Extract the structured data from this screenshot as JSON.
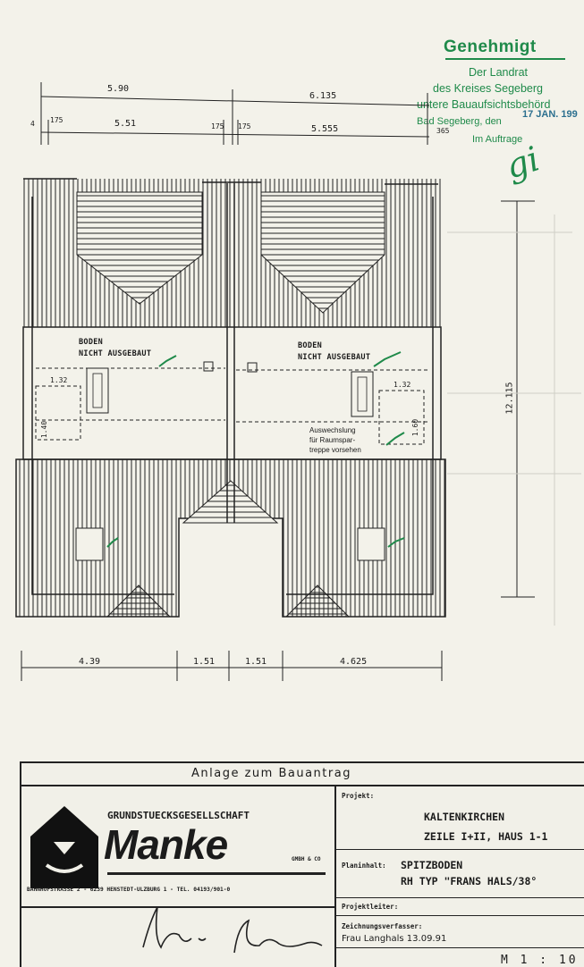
{
  "stamp": {
    "title": "Genehmigt",
    "line1": "Der Landrat",
    "line2": "des Kreises Segeberg",
    "line3": "untere Bauaufsichtsbehörd",
    "place_date": "Bad Segeberg, den",
    "date": "17 JAN. 199",
    "note": "Im Auftrage",
    "signature_initials": "gi",
    "color": "#1f8a4a"
  },
  "dimensions": {
    "top_row1": [
      "5.90",
      "6.135"
    ],
    "top_row2": [
      "4",
      "175",
      "5.51",
      "175",
      "175",
      "5.555",
      "365"
    ],
    "right_height": "12.115",
    "bottom": [
      "4.39",
      "1.51",
      "1.51",
      "4.625"
    ],
    "left_small": [
      "1.32",
      "1.40"
    ],
    "right_small": [
      "1.32",
      "1.60"
    ]
  },
  "plan_labels": {
    "left_room_line1": "BODEN",
    "left_room_line2": "NICHT AUSGEBAUT",
    "right_room_line1": "BODEN",
    "right_room_line2": "NICHT AUSGEBAUT",
    "note_line1": "Auswechslung",
    "note_line2": "für Raumspar-",
    "note_line3": "treppe vorsehen"
  },
  "title_block": {
    "header": "Anlage zum Bauantrag",
    "company": "GRUNDSTUECKSGESELLSCHAFT",
    "brand": "Manke",
    "brand_suffix": "GMBH & CO",
    "address": "BAHNHOFSTRASSE 2 - 6239 HENSTEDT-ULZBURG 1 - TEL. 04193/901-0",
    "project_label": "Projekt:",
    "project_value_1": "KALTENKIRCHEN",
    "project_value_2": "ZEILE I+II, HAUS 1-1",
    "plan_label": "Planinhalt:",
    "plan_value_1": "SPITZBODEN",
    "plan_value_2": "RH TYP \"FRANS HALS/38°",
    "lead_label": "Projektleiter:",
    "drawer_label": "Zeichnungsverfasser:",
    "drawer_value": "Frau Langhals 13.09.91",
    "scale": "M 1 : 10"
  }
}
